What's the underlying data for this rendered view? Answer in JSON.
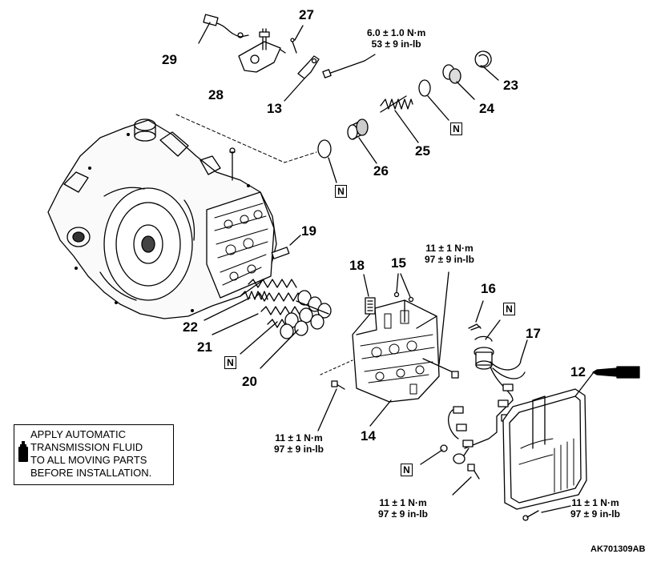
{
  "callouts": {
    "n12": "12",
    "n13": "13",
    "n14": "14",
    "n15": "15",
    "n16": "16",
    "n17": "17",
    "n18": "18",
    "n19": "19",
    "n20": "20",
    "n21": "21",
    "n22": "22",
    "n23": "23",
    "n24": "24",
    "n25": "25",
    "n26": "26",
    "n27": "27",
    "n28": "28",
    "n29": "29"
  },
  "torque": {
    "t_top": {
      "nm": "6.0 ± 1.0 N·m",
      "inlb": "53 ± 9 in-lb"
    },
    "t_body": {
      "nm": "11 ± 1 N·m",
      "inlb": "97 ± 9 in-lb"
    },
    "t_left": {
      "nm": "11 ± 1 N·m",
      "inlb": "97 ± 9 in-lb"
    },
    "t_conn": {
      "nm": "11 ± 1 N·m",
      "inlb": "97 ± 9 in-lb"
    },
    "t_pan": {
      "nm": "11 ± 1 N·m",
      "inlb": "97 ± 9 in-lb"
    }
  },
  "new_part_marker": "N",
  "note": "APPLY AUTOMATIC\nTRANSMISSION FLUID\nTO ALL MOVING PARTS\nBEFORE INSTALLATION.",
  "figure_code": "AK701309AB",
  "icons": [
    "fluid-bottle-icon",
    "sealant-tube-icon"
  ]
}
